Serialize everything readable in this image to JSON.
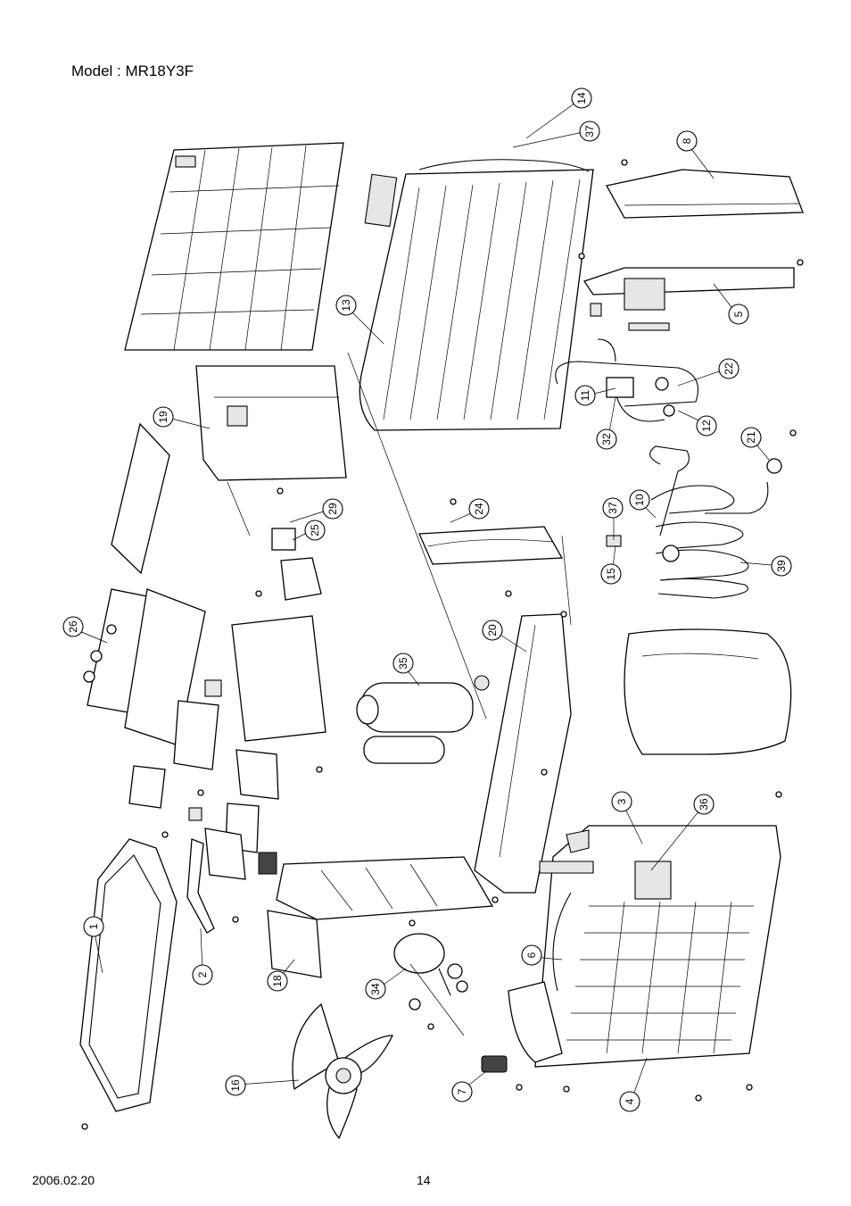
{
  "header": {
    "model_label": "Model : MR18Y3F"
  },
  "footer": {
    "date": "2006.02.20",
    "page_number": "14"
  },
  "callouts": [
    "14",
    "37",
    "8",
    "5",
    "13",
    "22",
    "11",
    "12",
    "32",
    "21",
    "19",
    "29",
    "25",
    "24",
    "10",
    "37",
    "15",
    "39",
    "26",
    "20",
    "35",
    "3",
    "36",
    "6",
    "1",
    "2",
    "18",
    "34",
    "16",
    "7",
    "4"
  ]
}
